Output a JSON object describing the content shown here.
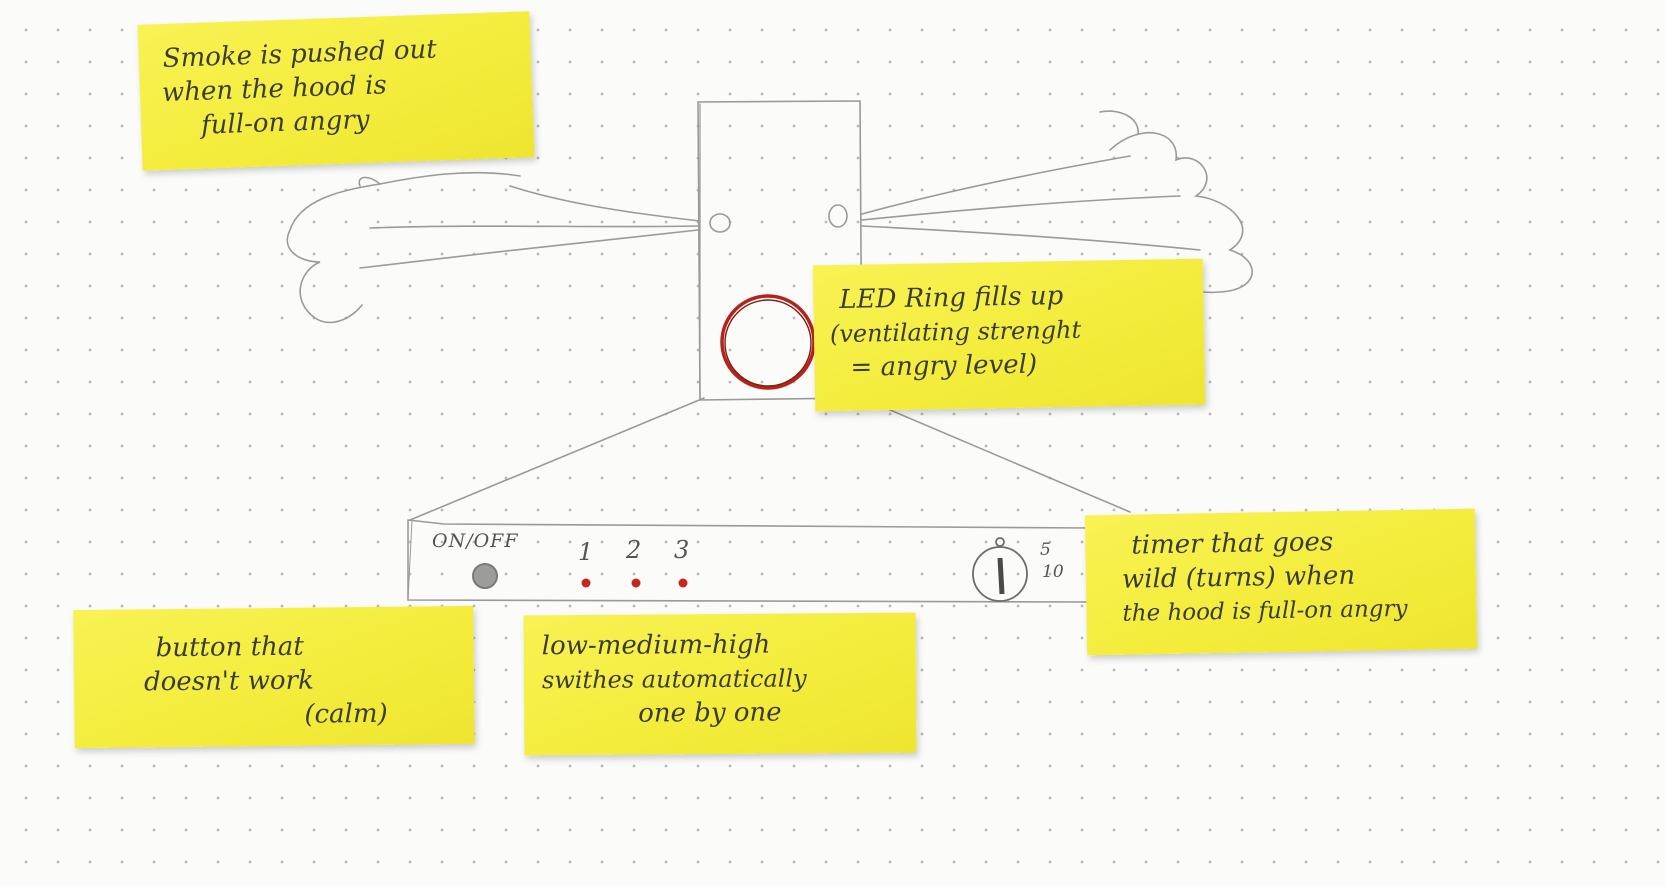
{
  "notes": {
    "smoke": {
      "lines": [
        "Smoke is pushed out",
        "when the hood is",
        "full-on angry"
      ]
    },
    "led": {
      "lines": [
        "LED Ring fills up",
        "(ventilating strenght",
        "= angry level)"
      ]
    },
    "timer": {
      "lines": [
        "timer that goes",
        "wild (turns) when",
        "the hood is full-on angry"
      ]
    },
    "button": {
      "lines": [
        "button that",
        "doesn't work",
        "(calm)"
      ]
    },
    "levels": {
      "lines": [
        "low-medium-high",
        "swithes automatically",
        "one by one"
      ]
    }
  },
  "panel": {
    "onoff_label": "ON/OFF",
    "speed_labels": [
      "1",
      "2",
      "3"
    ],
    "timer_labels": [
      "5",
      "10"
    ]
  },
  "colors": {
    "sticky_note": "#f4ee3e",
    "pencil": "#9a9a9a",
    "led_ring": "#b3241a",
    "speed_dots": "#c8261c",
    "paper": "#fbfbfa"
  }
}
